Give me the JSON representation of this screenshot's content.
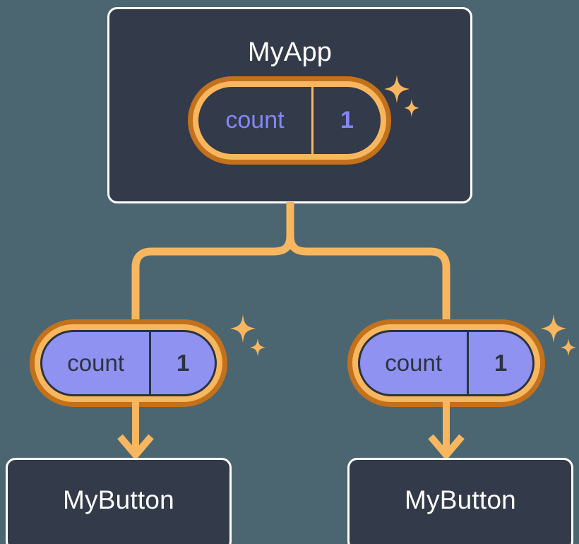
{
  "diagram": {
    "title": "React component state propagation tree",
    "background_color": "#4b6671"
  },
  "colors": {
    "background": "#4b6671",
    "component_fill": "#333a4a",
    "component_border": "#ffffff",
    "pill_ring_outer": "#c3711a",
    "pill_ring_inner": "#f8b75f",
    "pill_child_fill": "#8f92f0",
    "state_text_parent": "#8487f5",
    "state_text_child": "#2b3340",
    "connector": "#f8b75f"
  },
  "root": {
    "name": "MyApp",
    "state": {
      "key": "count",
      "value": "1"
    },
    "sparkle_icon": "sparkles-icon"
  },
  "children": [
    {
      "state": {
        "key": "count",
        "value": "1"
      },
      "sparkle_icon": "sparkles-icon",
      "component": {
        "name": "MyButton"
      },
      "arrow_icon": "arrow-down-icon"
    },
    {
      "state": {
        "key": "count",
        "value": "1"
      },
      "sparkle_icon": "sparkles-icon",
      "component": {
        "name": "MyButton"
      },
      "arrow_icon": "arrow-down-icon"
    }
  ],
  "connectors": {
    "fork_icon": "tree-fork-connector"
  }
}
